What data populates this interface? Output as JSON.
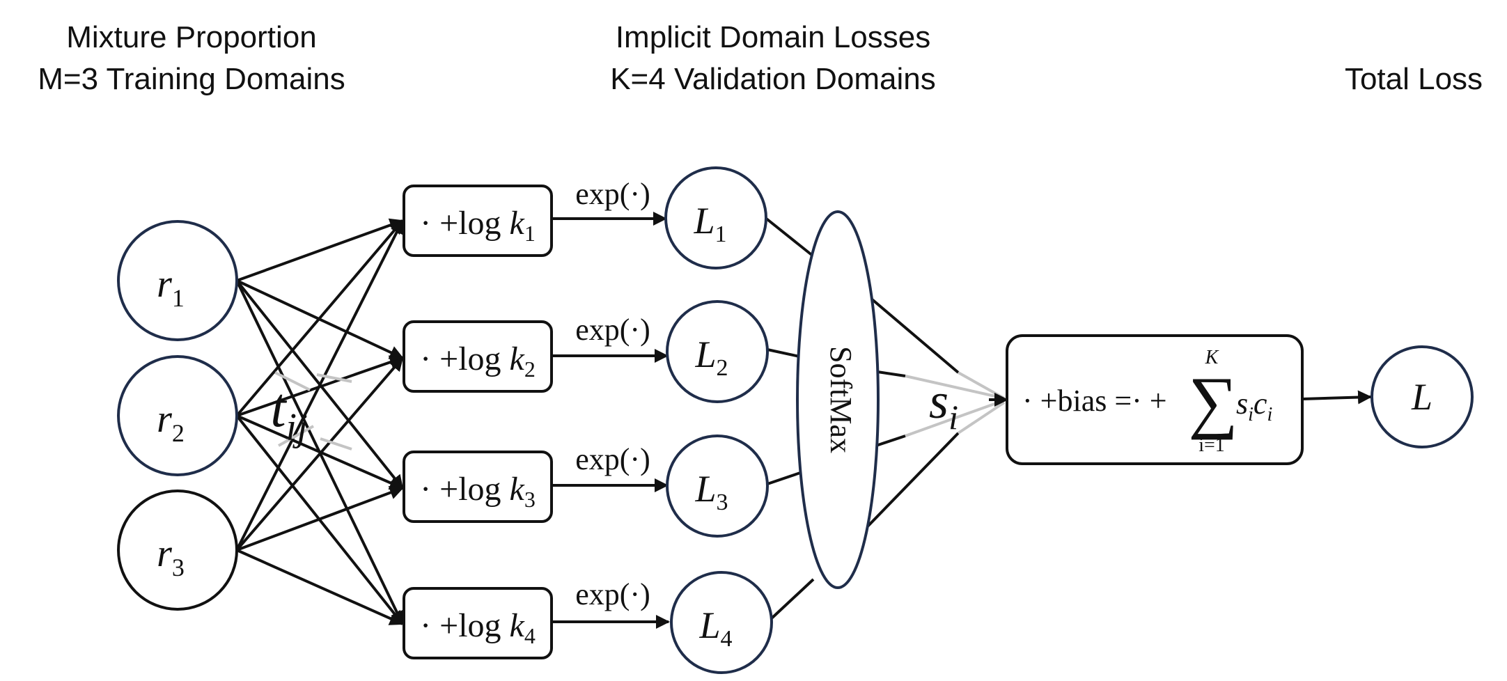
{
  "headers": {
    "left_line1": "Mixture Proportion",
    "left_line2": "M=3 Training Domains",
    "middle_line1": "Implicit Domain Losses",
    "middle_line2": "K=4 Validation Domains",
    "right_line1": "Total Loss"
  },
  "inputs": [
    {
      "base": "r",
      "sub": "1"
    },
    {
      "base": "r",
      "sub": "2"
    },
    {
      "base": "r",
      "sub": "3"
    }
  ],
  "transform_label": {
    "base": "t",
    "sub": "ij"
  },
  "log_boxes": [
    {
      "prefix": "· +log ",
      "base": "k",
      "sub": "1"
    },
    {
      "prefix": "· +log ",
      "base": "k",
      "sub": "2"
    },
    {
      "prefix": "· +log ",
      "base": "k",
      "sub": "3"
    },
    {
      "prefix": "· +log ",
      "base": "k",
      "sub": "4"
    }
  ],
  "exp_label": "exp(·)",
  "losses": [
    {
      "base": "L",
      "sub": "1"
    },
    {
      "base": "L",
      "sub": "2"
    },
    {
      "base": "L",
      "sub": "3"
    },
    {
      "base": "L",
      "sub": "4"
    }
  ],
  "softmax_label": "SoftMax",
  "weight_label": {
    "base": "s",
    "sub": "i"
  },
  "total_box": {
    "lhs": "· +bias =· +",
    "sum_symbol": "∑",
    "sum_upper": "K",
    "sum_lower": "i=1",
    "term_s": "s",
    "term_s_sub": "i",
    "term_c": "c",
    "term_c_sub": "i"
  },
  "output": {
    "label": "L"
  }
}
